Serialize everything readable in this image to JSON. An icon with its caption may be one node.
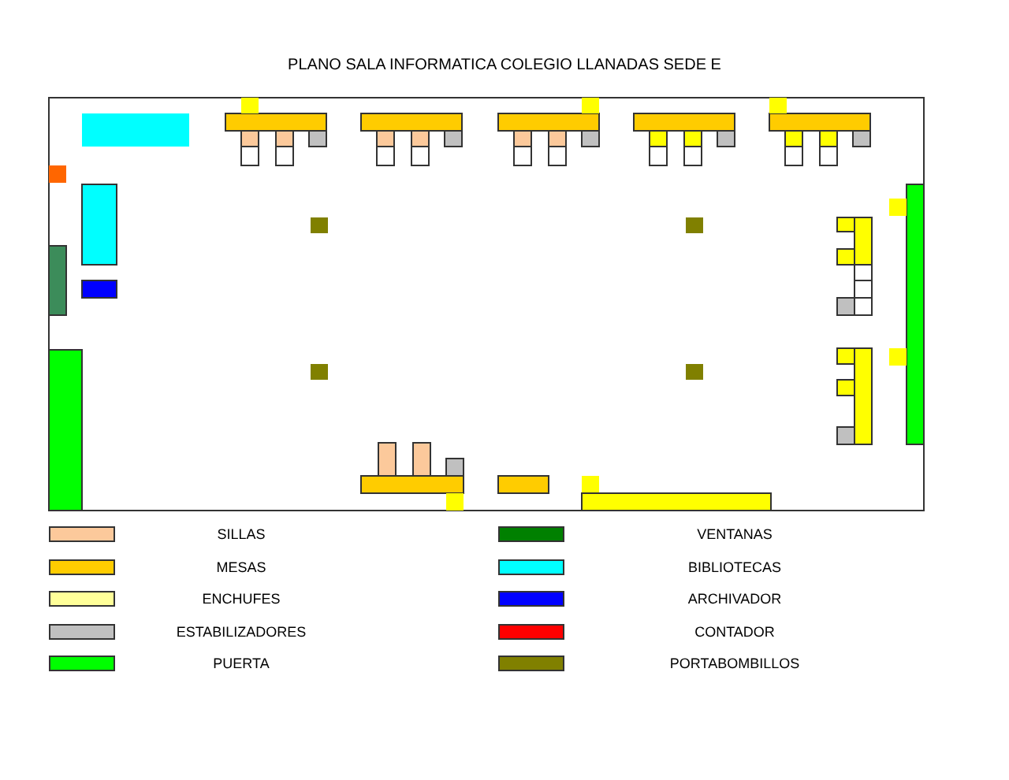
{
  "diagram": {
    "title": "PLANO SALA INFORMATICA COLEGIO LLANADAS SEDE E",
    "legend": [
      {
        "text": "SILLAS",
        "color": "#fcc99b"
      },
      {
        "text": "MESAS",
        "color": "#ffcc00"
      },
      {
        "text": "ENCHUFES",
        "color": "#ffff99"
      },
      {
        "text": "ESTABILIZADORES",
        "color": "#c0c0c0"
      },
      {
        "text": "PUERTA",
        "color": "#00ff00"
      },
      {
        "text": "VENTANAS",
        "color": "#008000"
      },
      {
        "text": "BIBLIOTECAS",
        "color": "#00ffff"
      },
      {
        "text": "ARCHIVADOR",
        "color": "#0000ff"
      },
      {
        "text": "CONTADOR",
        "color": "#ff0000"
      },
      {
        "text": "PORTABOMBILLOS",
        "color": "#808000"
      }
    ]
  }
}
